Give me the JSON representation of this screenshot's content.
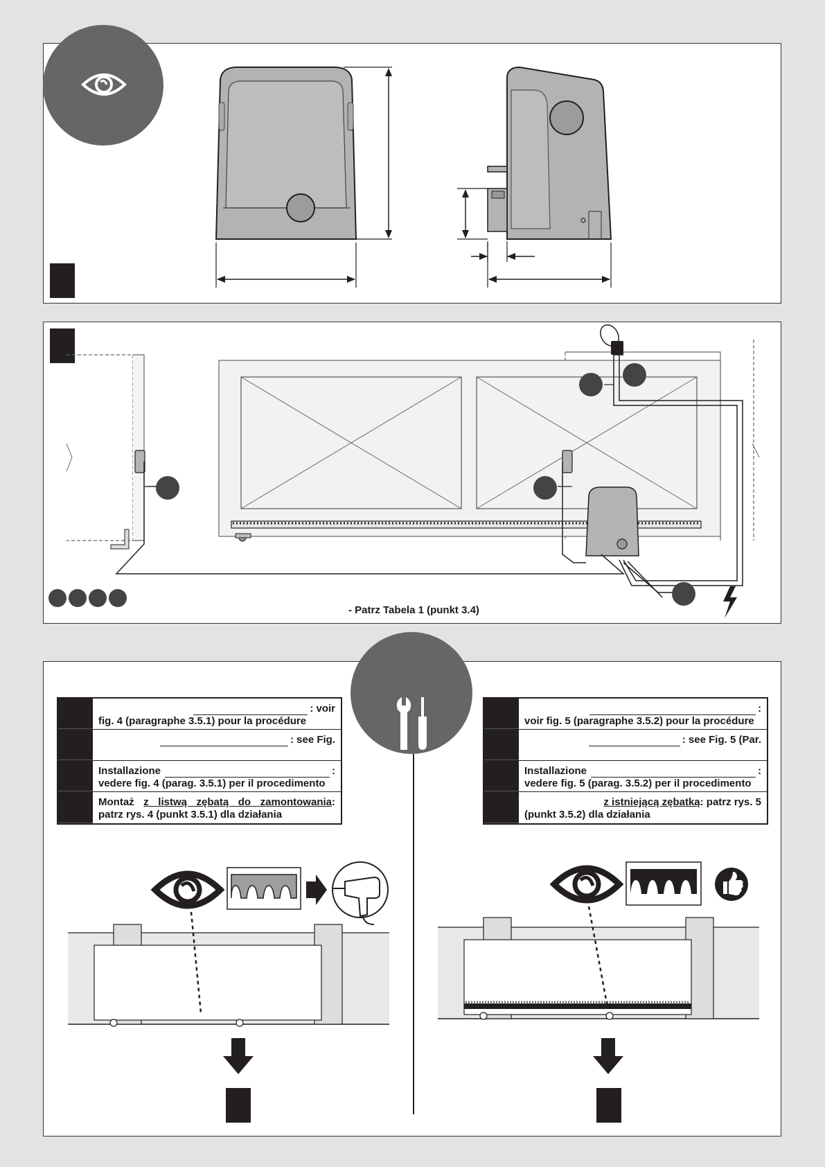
{
  "dimensions_panel": {},
  "layout_panel": {
    "caption": "- Patrz Tabela 1 (punkt 3.4)"
  },
  "install_panel": {
    "left_table": [
      {
        "line1_pre": "",
        "line1_after": ": voir",
        "line2": "fig. 4 (paragraphe 3.5.1) pour la procédure"
      },
      {
        "line1_pre": "",
        "line1_after": ": see Fig.",
        "line2": ""
      },
      {
        "line1_pre": "Installazione",
        "line1_after": ":",
        "line2": "vedere fig. 4 (parag. 3.5.1) per il procedimento"
      },
      {
        "line1_pre": "Montaż",
        "line1_underlined": "z listwą zębatą do zamontowania",
        "line1_after": ":",
        "line2": "patrz rys. 4 (punkt 3.5.1) dla działania"
      }
    ],
    "right_table": [
      {
        "line1_pre": "",
        "line1_after": ":",
        "line2": "voir fig. 5 (paragraphe 3.5.2) pour la procédure"
      },
      {
        "line1_pre": "",
        "line1_after": ": see Fig. 5 (Par.",
        "line2": ""
      },
      {
        "line1_pre": "Installazione",
        "line1_after": ":",
        "line2": "vedere fig. 5 (parag. 3.5.2) per il procedimento"
      },
      {
        "line1_pre": "",
        "line1_underlined": "z istniejącą zębatką",
        "line1_after": ": patrz rys. 5",
        "line2": "(punkt 3.5.2) dla działania"
      }
    ]
  },
  "icons": {
    "top_badge": "eye-icon",
    "middle_badge": "tools-icon",
    "left_sequence": [
      "eye-icon",
      "rack-icon",
      "arrow-right-icon",
      "drill-icon"
    ],
    "right_sequence": [
      "eye-icon",
      "rack-icon",
      "thumbs-up-icon"
    ],
    "power": "lightning-icon"
  },
  "colors": {
    "dark": "#231f20",
    "badge_gray": "#666666",
    "motor_gray": "#b3b3b3",
    "page_bg": "#e3e3e3"
  }
}
